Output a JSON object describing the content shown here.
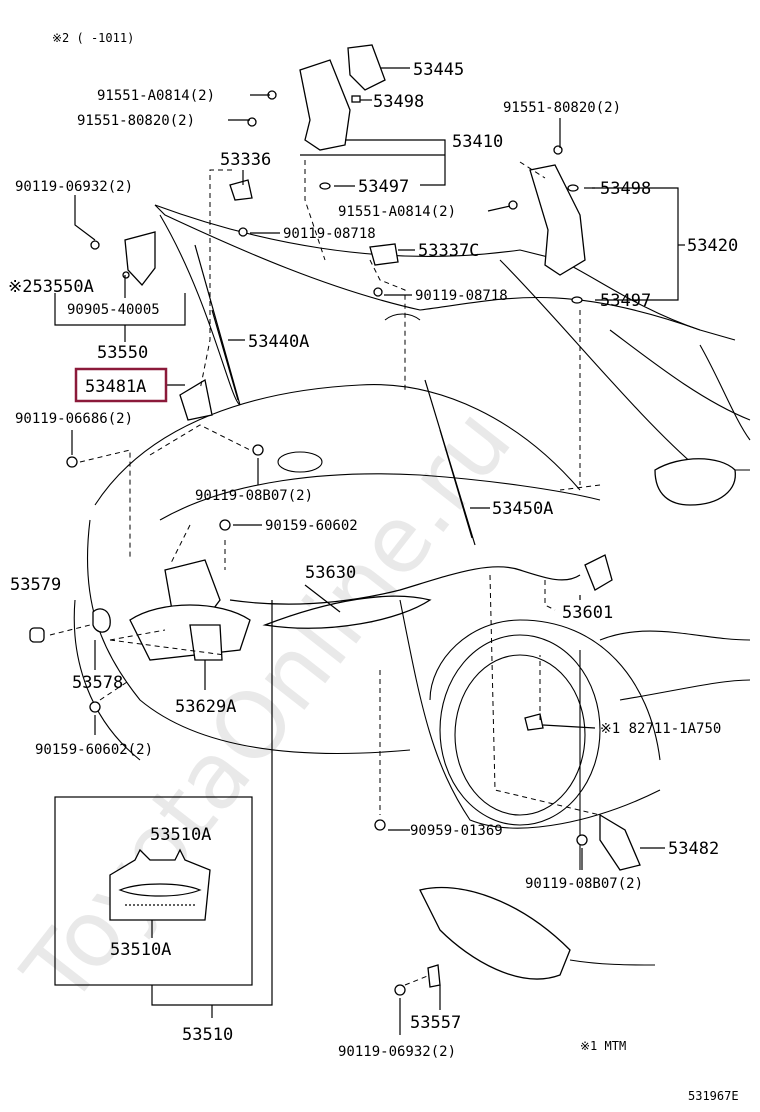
{
  "header_note": "※2 (      -1011)",
  "footer_code": "531967E",
  "footnote": "※1  MTM",
  "watermark": "ToyotaOnline.ru",
  "colors": {
    "highlight": "#8b1a3a"
  },
  "labels": {
    "p53445": "53445",
    "p53498a": "53498",
    "p91551a0814a": "91551-A0814(2)",
    "p9155180820a": "91551-80820(2)",
    "p53410": "53410",
    "p53336": "53336",
    "p53497a": "53497",
    "p9011906932a": "90119-06932(2)",
    "p9155180820b": "91551-80820(2)",
    "p53498b": "53498",
    "p91551a0814b": "91551-A0814(2)",
    "p53420": "53420",
    "p9011908718a": "90119-08718",
    "p53337c": "53337C",
    "p53550a": "※253550A",
    "p9090540005": "90905-40005",
    "p9011908718b": "90119-08718",
    "p53497b": "53497",
    "p53550": "53550",
    "p53440a": "53440A",
    "p53481a": "53481A",
    "p9011906686": "90119-06686(2)",
    "p9011908b07a": "90119-08B07(2)",
    "p53450a": "53450A",
    "p9015960602a": "90159-60602",
    "p53579": "53579",
    "p53630": "53630",
    "p53601": "53601",
    "p53578": "53578",
    "p53629a": "53629A",
    "p9015960602b": "90159-60602(2)",
    "p827111a750": "※1 82711-1A750",
    "p53510a_top": "53510A",
    "p53510a_bot": "53510A",
    "p9095901369": "90959-01369",
    "p53482": "53482",
    "p9011908b07b": "90119-08B07(2)",
    "p53557": "53557",
    "p53510": "53510",
    "p9011906932b": "90119-06932(2)"
  }
}
